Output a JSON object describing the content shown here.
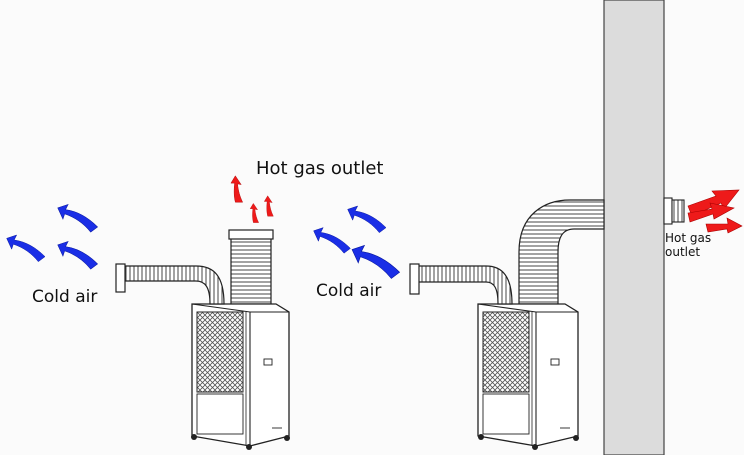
{
  "labels": {
    "hot_gas_outlet_top": "Hot gas outlet",
    "cold_air_left": "Cold air",
    "cold_air_right": "Cold air",
    "hot_gas_outlet_wall_line1": "Hot gas",
    "hot_gas_outlet_wall_line2": "outlet"
  },
  "colors": {
    "cold_arrow": "#1a2ee6",
    "hot_arrow": "#ee1a1a",
    "wall": "#dcdcdc",
    "outline": "#222222"
  }
}
